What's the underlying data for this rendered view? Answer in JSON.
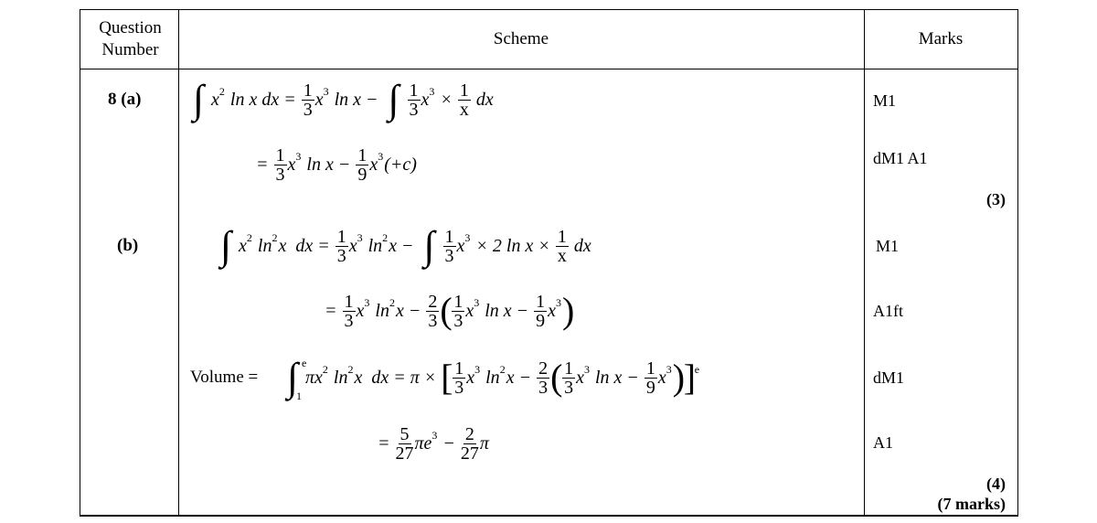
{
  "header": {
    "question": "Question Number",
    "scheme": "Scheme",
    "marks": "Marks"
  },
  "parts": {
    "a": "8 (a)",
    "b": "(b)"
  },
  "volume_label": "Volume =",
  "equations": [
    [
      {
        "int": [
          "",
          ""
        ]
      },
      "x",
      {
        "s": "2"
      },
      " ln x dx = ",
      {
        "f": [
          "1",
          "3"
        ]
      },
      "x",
      {
        "s": "3"
      },
      " ln x − ",
      {
        "int": [
          "",
          ""
        ]
      },
      {
        "f": [
          "1",
          "3"
        ]
      },
      "x",
      {
        "s": "3"
      },
      " × ",
      {
        "f": [
          "1",
          "x"
        ]
      },
      " dx"
    ],
    [
      "= ",
      {
        "f": [
          "1",
          "3"
        ]
      },
      "x",
      {
        "s": "3"
      },
      " ln x − ",
      {
        "f": [
          "1",
          "9"
        ]
      },
      "x",
      {
        "s": "3"
      },
      "(+c)"
    ],
    [
      {
        "int": [
          "",
          ""
        ]
      },
      "x",
      {
        "s": "2"
      },
      " ln",
      {
        "s": "2"
      },
      "x  dx = ",
      {
        "f": [
          "1",
          "3"
        ]
      },
      "x",
      {
        "s": "3"
      },
      " ln",
      {
        "s": "2"
      },
      "x − ",
      {
        "int": [
          "",
          ""
        ]
      },
      {
        "f": [
          "1",
          "3"
        ]
      },
      "x",
      {
        "s": "3"
      },
      " × 2 ln x × ",
      {
        "f": [
          "1",
          "x"
        ]
      },
      " dx"
    ],
    [
      "= ",
      {
        "f": [
          "1",
          "3"
        ]
      },
      "x",
      {
        "s": "3"
      },
      " ln",
      {
        "s": "2"
      },
      "x − ",
      {
        "f": [
          "2",
          "3"
        ]
      },
      {
        "big": "("
      },
      {
        "f": [
          "1",
          "3"
        ]
      },
      "x",
      {
        "s": "3"
      },
      " ln x − ",
      {
        "f": [
          "1",
          "9"
        ]
      },
      "x",
      {
        "s": "3"
      },
      {
        "big": ")"
      }
    ],
    [
      {
        "int": [
          "1",
          "e"
        ]
      },
      "πx",
      {
        "s": "2"
      },
      " ln",
      {
        "s": "2"
      },
      "x  dx = π × ",
      {
        "big": "["
      },
      {
        "f": [
          "1",
          "3"
        ]
      },
      "x",
      {
        "s": "3"
      },
      " ln",
      {
        "s": "2"
      },
      "x − ",
      {
        "f": [
          "2",
          "3"
        ]
      },
      {
        "big": "("
      },
      {
        "f": [
          "1",
          "3"
        ]
      },
      "x",
      {
        "s": "3"
      },
      " ln x − ",
      {
        "f": [
          "1",
          "9"
        ]
      },
      "x",
      {
        "s": "3"
      },
      {
        "big": ")"
      },
      {
        "big": "]"
      },
      {
        "s": "e"
      }
    ],
    [
      "= ",
      {
        "f": [
          "5",
          "27"
        ]
      },
      "πe",
      {
        "s": "3"
      },
      " − ",
      {
        "f": [
          "2",
          "27"
        ]
      },
      "π"
    ]
  ],
  "marks": [
    "M1",
    "dM1 A1",
    "M1",
    "A1ft",
    "dM1",
    "A1"
  ],
  "subtotals": {
    "a": "(3)",
    "b": "(4)",
    "total": "(7 marks)"
  }
}
